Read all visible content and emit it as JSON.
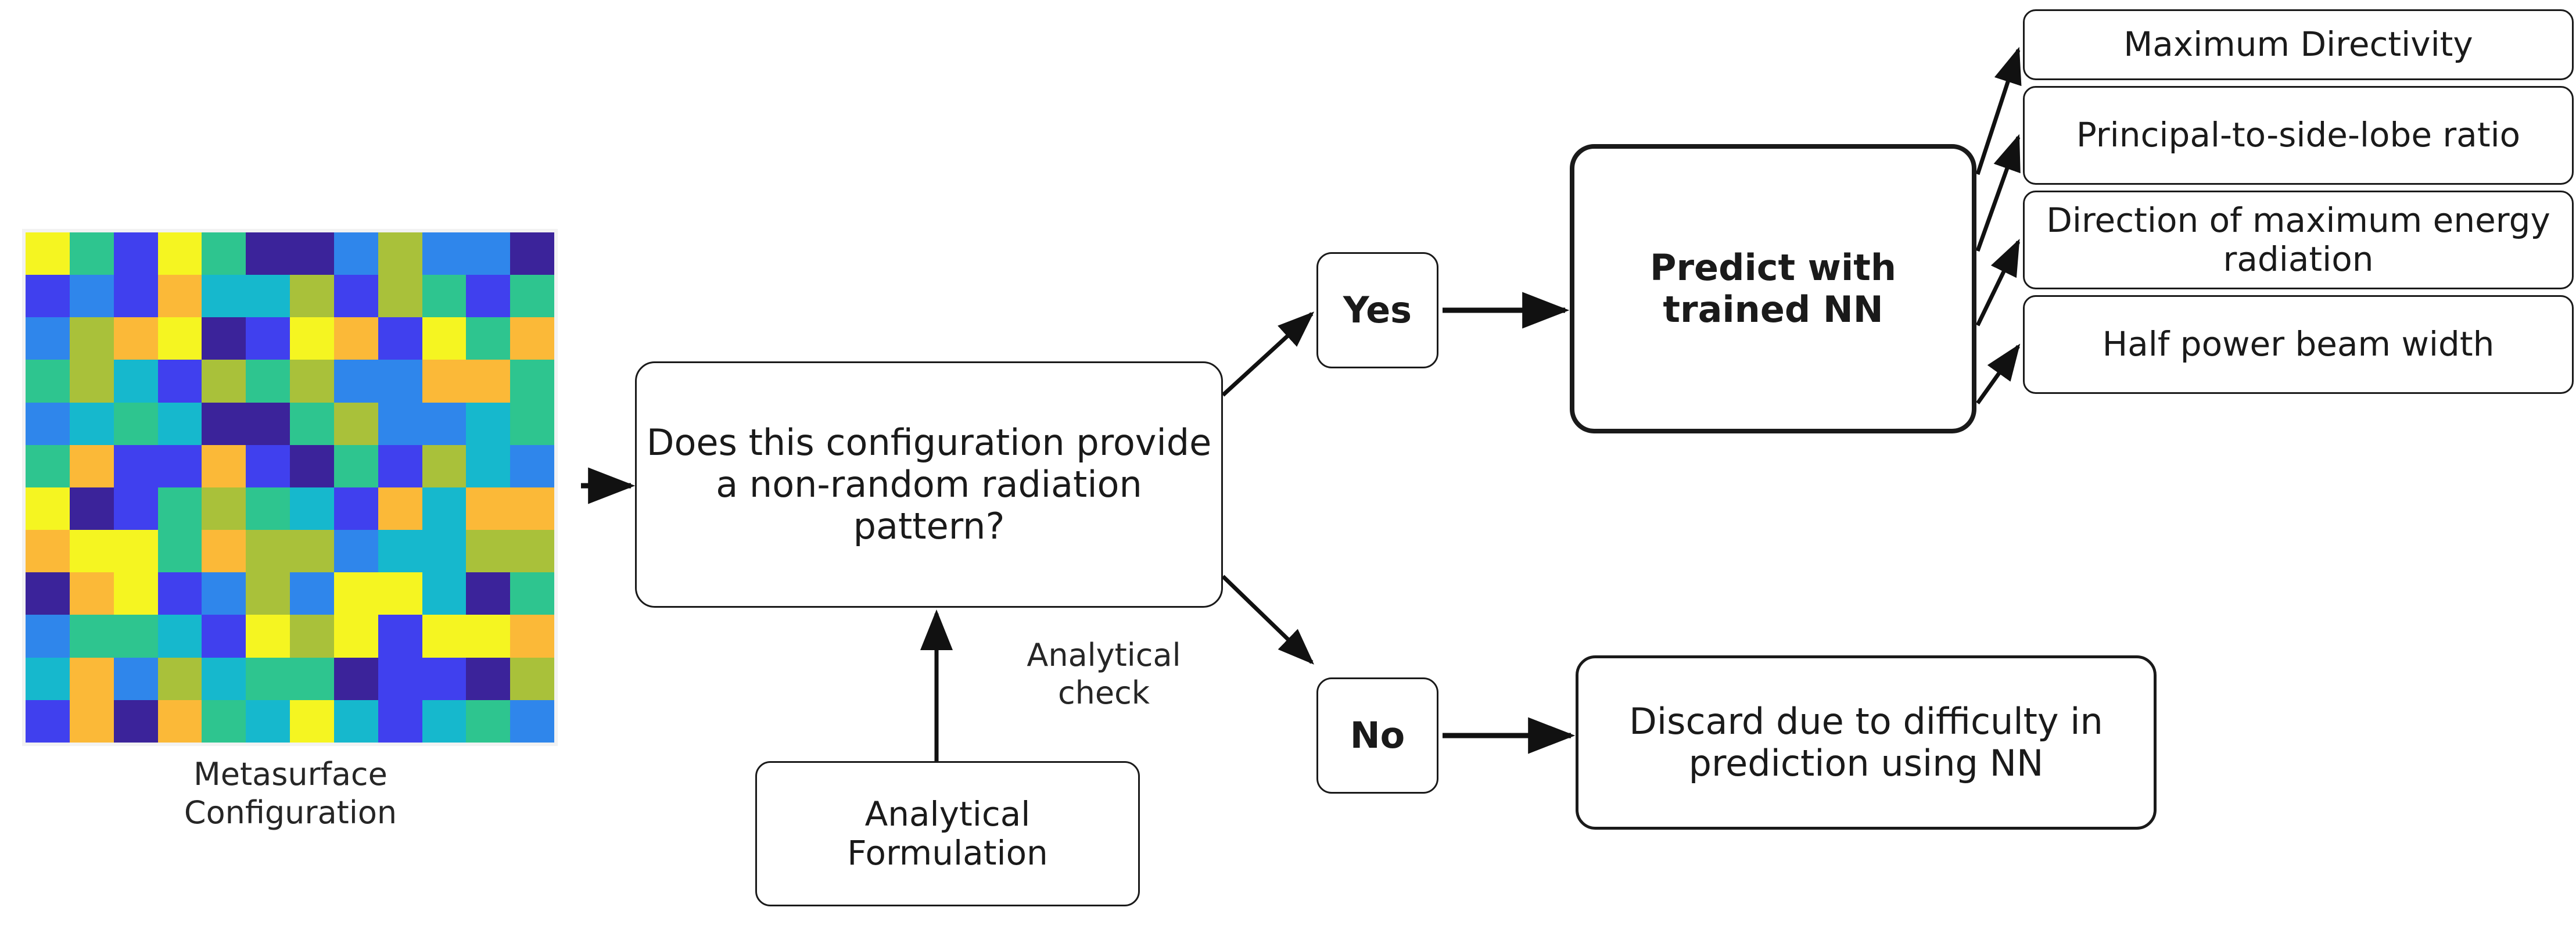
{
  "diagram": {
    "title": "Metasurface radiation-pattern prediction workflow",
    "metasurface": {
      "caption_line1": "Metasurface",
      "caption_line2": "Configuration",
      "grid_rows": 12,
      "grid_cols": 12,
      "colormap": "viridis-like",
      "palette": {
        "darkblue": "#3b239a",
        "blue": "#4040ee",
        "azure": "#2f86eb",
        "cyan": "#16b8cd",
        "teal": "#2ec58f",
        "olive": "#a9c13a",
        "yellow": "#f5f521",
        "orange": "#fbb938"
      },
      "cells": [
        [
          "yellow",
          "teal",
          "blue",
          "yellow",
          "teal",
          "darkblue",
          "darkblue",
          "azure",
          "olive",
          "azure",
          "azure",
          "darkblue"
        ],
        [
          "blue",
          "azure",
          "blue",
          "orange",
          "cyan",
          "cyan",
          "olive",
          "blue",
          "olive",
          "teal",
          "blue",
          "teal"
        ],
        [
          "azure",
          "olive",
          "orange",
          "yellow",
          "darkblue",
          "blue",
          "yellow",
          "orange",
          "blue",
          "yellow",
          "teal",
          "orange"
        ],
        [
          "teal",
          "olive",
          "cyan",
          "blue",
          "olive",
          "teal",
          "olive",
          "azure",
          "azure",
          "orange",
          "orange",
          "teal"
        ],
        [
          "azure",
          "cyan",
          "teal",
          "cyan",
          "darkblue",
          "darkblue",
          "teal",
          "olive",
          "azure",
          "azure",
          "cyan",
          "teal"
        ],
        [
          "teal",
          "orange",
          "blue",
          "blue",
          "orange",
          "blue",
          "darkblue",
          "teal",
          "blue",
          "olive",
          "cyan",
          "azure"
        ],
        [
          "yellow",
          "darkblue",
          "blue",
          "teal",
          "olive",
          "teal",
          "cyan",
          "blue",
          "orange",
          "cyan",
          "orange",
          "orange"
        ],
        [
          "orange",
          "yellow",
          "yellow",
          "teal",
          "orange",
          "olive",
          "olive",
          "azure",
          "cyan",
          "cyan",
          "olive",
          "olive"
        ],
        [
          "darkblue",
          "orange",
          "yellow",
          "blue",
          "azure",
          "olive",
          "azure",
          "yellow",
          "yellow",
          "cyan",
          "darkblue",
          "teal"
        ],
        [
          "azure",
          "teal",
          "teal",
          "cyan",
          "blue",
          "yellow",
          "olive",
          "yellow",
          "blue",
          "yellow",
          "yellow",
          "orange"
        ],
        [
          "cyan",
          "orange",
          "azure",
          "olive",
          "cyan",
          "teal",
          "teal",
          "darkblue",
          "blue",
          "blue",
          "darkblue",
          "olive"
        ],
        [
          "blue",
          "orange",
          "darkblue",
          "orange",
          "teal",
          "cyan",
          "yellow",
          "cyan",
          "blue",
          "cyan",
          "teal",
          "azure"
        ]
      ]
    },
    "nodes": {
      "decision": "Does this configuration provide a non-random radiation pattern?",
      "yes": "Yes",
      "no": "No",
      "predict": "Predict with trained NN",
      "discard": "Discard due to difficulty in prediction using NN",
      "analytical_formulation": "Analytical Formulation"
    },
    "edge_labels": {
      "analytical_check": "Analytical check"
    },
    "outputs": [
      "Maximum Directivity",
      "Principal-to-side-lobe ratio",
      "Direction of maximum energy radiation",
      "Half power beam width"
    ],
    "colors": {
      "stroke": "#1a1a1a",
      "text": "#1a1a1a",
      "caption_text": "#262626",
      "background": "#ffffff"
    }
  }
}
